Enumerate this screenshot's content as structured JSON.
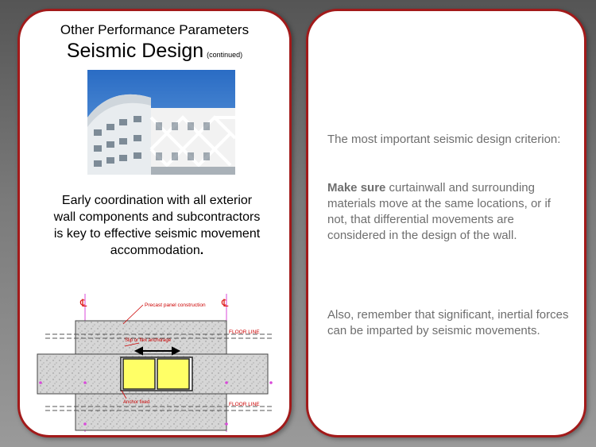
{
  "left": {
    "subtitle": "Other Performance Parameters",
    "title": "Seismic Design",
    "title_note": "(continued)",
    "body": "Early coordination with all exterior wall components and subcontractors is key to effective seismic movement accommodation",
    "body_end": ".",
    "drawing_labels": {
      "precast": "Precast panel construction",
      "floor_line_top": "FLOOR LINE",
      "floor_line_bottom": "FLOOR LINE",
      "anchorage": "Slip or flex anchorage",
      "anchor_fixed": "Anchor fixed",
      "cl_left": "℄",
      "cl_right": "℄"
    }
  },
  "right": {
    "criterion": "The most important seismic design criterion:",
    "make_sure_bold": "Make sure",
    "make_sure_rest": " curtainwall and surrounding materials move at the same locations, or if not, that differential movements are considered in the design of the wall.",
    "inertial": "Also, remember that significant, inertial forces can be imparted by seismic movements."
  },
  "colors": {
    "card_border": "#a21a1a",
    "right_text": "#6e6e6e",
    "panel_fill": "#d6d6d6",
    "glass_fill": "#ffff66"
  }
}
